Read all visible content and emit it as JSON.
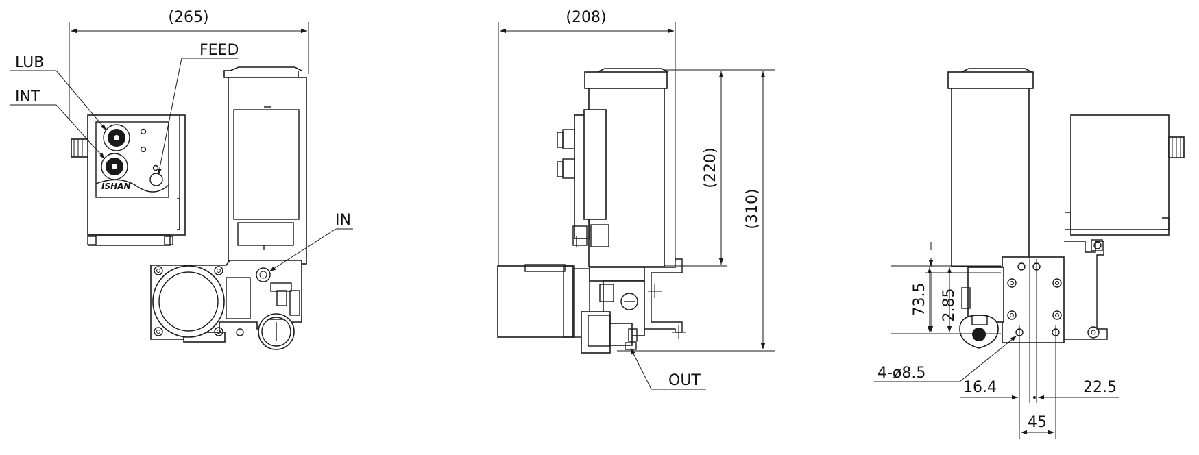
{
  "labels": {
    "lub": "LUB",
    "int": "INT",
    "feed": "FEED",
    "in": "IN",
    "out": "OUT",
    "logo": "ISHAN"
  },
  "dimensions": {
    "width_front": "(265)",
    "width_side": "(208)",
    "height_tank": "(220)",
    "height_total": "(310)",
    "h_73_5": "73.5",
    "h_2_85": "2.85",
    "holes": "4-ø8.5",
    "d_16_4": "16.4",
    "d_22_5": "22.5",
    "d_45": "45"
  }
}
